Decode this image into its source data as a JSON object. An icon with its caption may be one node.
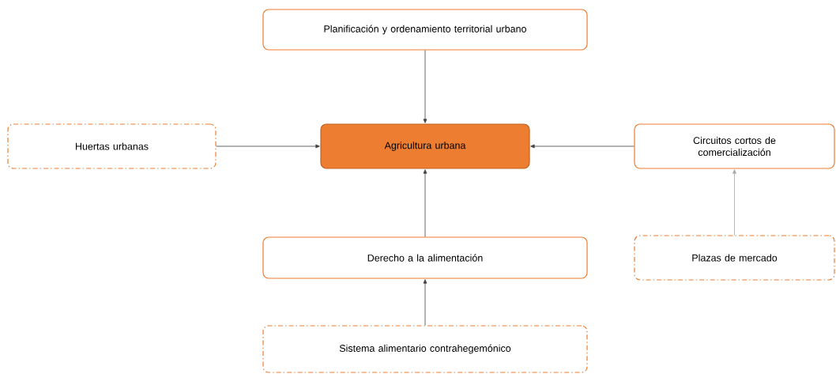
{
  "diagram": {
    "nodes": [
      {
        "text": [
          "Planificación y ordenamiento territorial urbano"
        ]
      },
      {
        "text": [
          "Huertas urbanas"
        ]
      },
      {
        "text": [
          "Agricultura urbana"
        ]
      },
      {
        "text": [
          "Circuitos cortos de comercialización"
        ]
      },
      {
        "text": [
          "Derecho a la  alimentación"
        ]
      },
      {
        "text": [
          "Plazas de mercado"
        ]
      },
      {
        "text": [
          "Sistema alimentario contrahegemónico"
        ]
      }
    ],
    "edges": [
      {
        "from": 0,
        "to": 2,
        "arrow": "to"
      },
      {
        "from": 1,
        "to": 2,
        "arrow": "to"
      },
      {
        "from": 3,
        "to": 2,
        "arrow": "to"
      },
      {
        "from": 4,
        "to": 2,
        "arrow": "to"
      },
      {
        "from": 5,
        "to": 3,
        "arrow": "to",
        "color": "#a6a6a6"
      },
      {
        "from": 6,
        "to": 4,
        "arrow": "to"
      }
    ]
  }
}
